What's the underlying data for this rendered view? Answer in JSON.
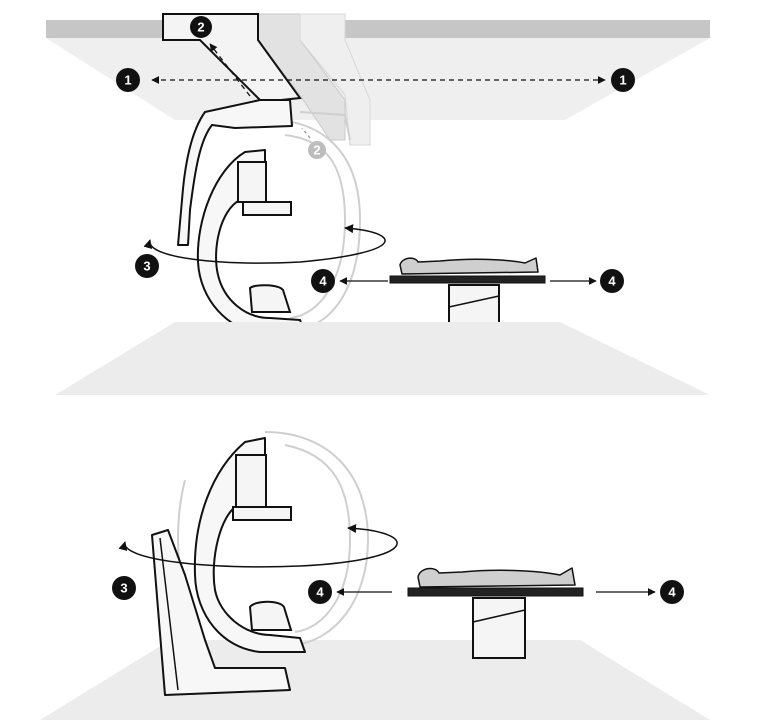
{
  "labels": {
    "ceiling_rail_motion": "1",
    "longitudinal_motion": "2",
    "rotation": "3",
    "table_motion": "4"
  },
  "colors": {
    "ceiling": "#c6c6c6",
    "floor": "#ececec",
    "outline": "#111111",
    "ghost": "#d2d2d2",
    "badge": "#111111",
    "badge_faded": "#bdbdbd"
  }
}
